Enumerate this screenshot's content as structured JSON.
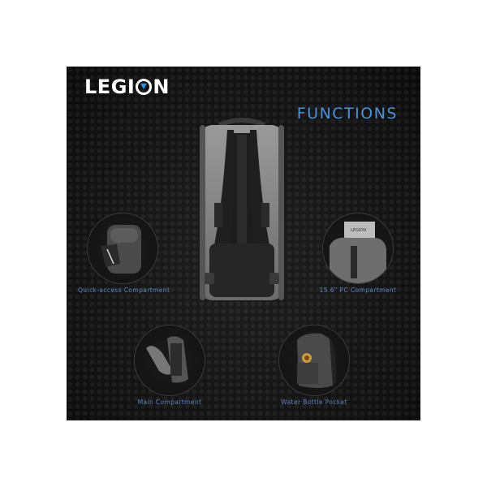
{
  "brand": {
    "logo_text_left": "LEGI",
    "logo_text_right": "N",
    "logo_accent_color": "#2f8fd8"
  },
  "header": {
    "title": "FUNCTIONS",
    "title_color": "#4f8fd6"
  },
  "hero_image": {
    "subject": "backpack-back-view",
    "colors": {
      "fabric": "#8a8a8a",
      "straps": "#1e1e1e"
    }
  },
  "features": [
    {
      "label": "Quick-access Compartment",
      "icon": "quick-access-compartment-image"
    },
    {
      "label": "15.6\" PC Compartment",
      "icon": "pc-compartment-image"
    },
    {
      "label": "Main Compartment",
      "icon": "main-compartment-image"
    },
    {
      "label": "Water Bottle Pocket",
      "icon": "water-bottle-pocket-image"
    }
  ],
  "colors": {
    "background": "#141414",
    "label": "#5b86c2",
    "page": "#ffffff"
  }
}
